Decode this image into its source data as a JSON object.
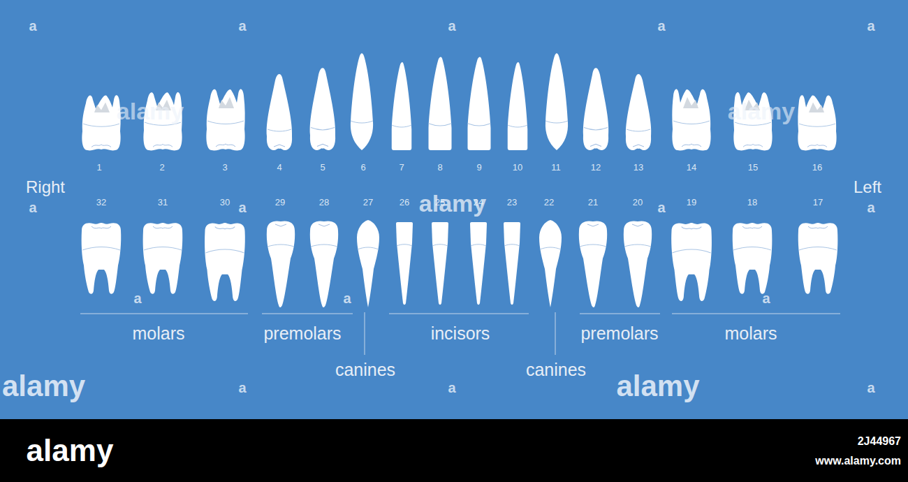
{
  "diagram": {
    "labels": [
      "1",
      "2",
      "3",
      "4",
      "5",
      "6",
      "7",
      "8",
      "9",
      "10",
      "11",
      "12",
      "13",
      "14",
      "15",
      "16",
      "Right",
      "32",
      "31",
      "30",
      "29",
      "28",
      "27",
      "26",
      "25",
      "24",
      "23",
      "22",
      "21",
      "20",
      "19",
      "18",
      "17",
      "Left",
      "molars",
      "premolars",
      "incisors",
      "premolars",
      "molars",
      "canines",
      "canines",
      "a",
      "a",
      "a",
      "a",
      "a",
      "a",
      "a",
      "a",
      "a",
      "a",
      "a",
      "a",
      "a",
      "a",
      "a",
      "alamy",
      "alamy",
      "alamy",
      "alamy",
      "alamy",
      "alamy",
      "2J44967",
      "www.alamy.com"
    ]
  }
}
